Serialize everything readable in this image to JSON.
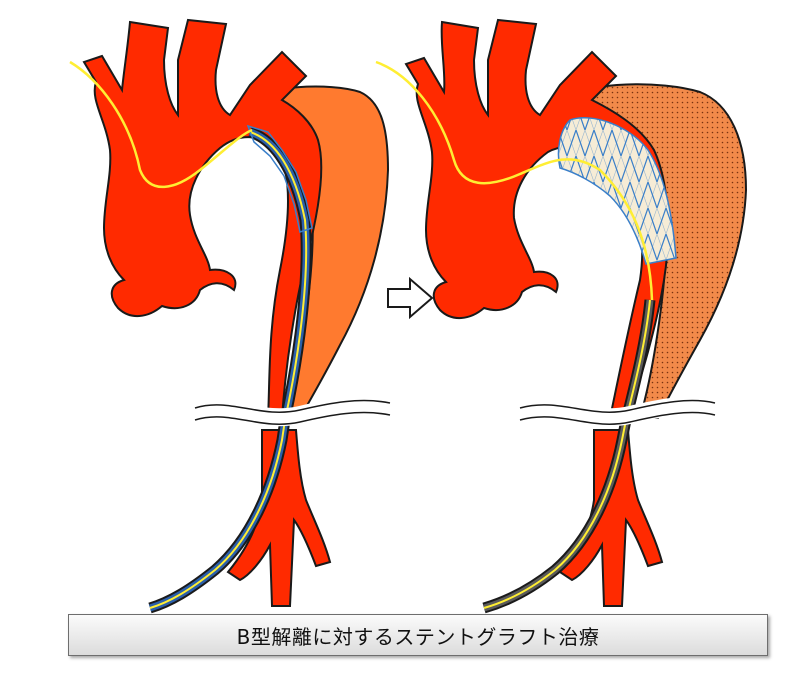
{
  "caption": "B型解離に対するステントグラフト治療",
  "colors": {
    "aorta_red": "#ff2a00",
    "false_lumen_orange": "#ff7a2f",
    "outline": "#1a1a1a",
    "guidewire_yellow": "#ffee33",
    "catheter_blue": "#2a5faa",
    "stent_fabric": "#f6ecd6",
    "stent_wire": "#3a7fc9",
    "thrombus_dots": "#8a3a10"
  },
  "panels": [
    {
      "id": "before",
      "state": "catheter-delivery"
    },
    {
      "id": "after",
      "state": "stent-graft-deployed"
    }
  ],
  "icons": {
    "transition": "right-arrow-icon"
  }
}
